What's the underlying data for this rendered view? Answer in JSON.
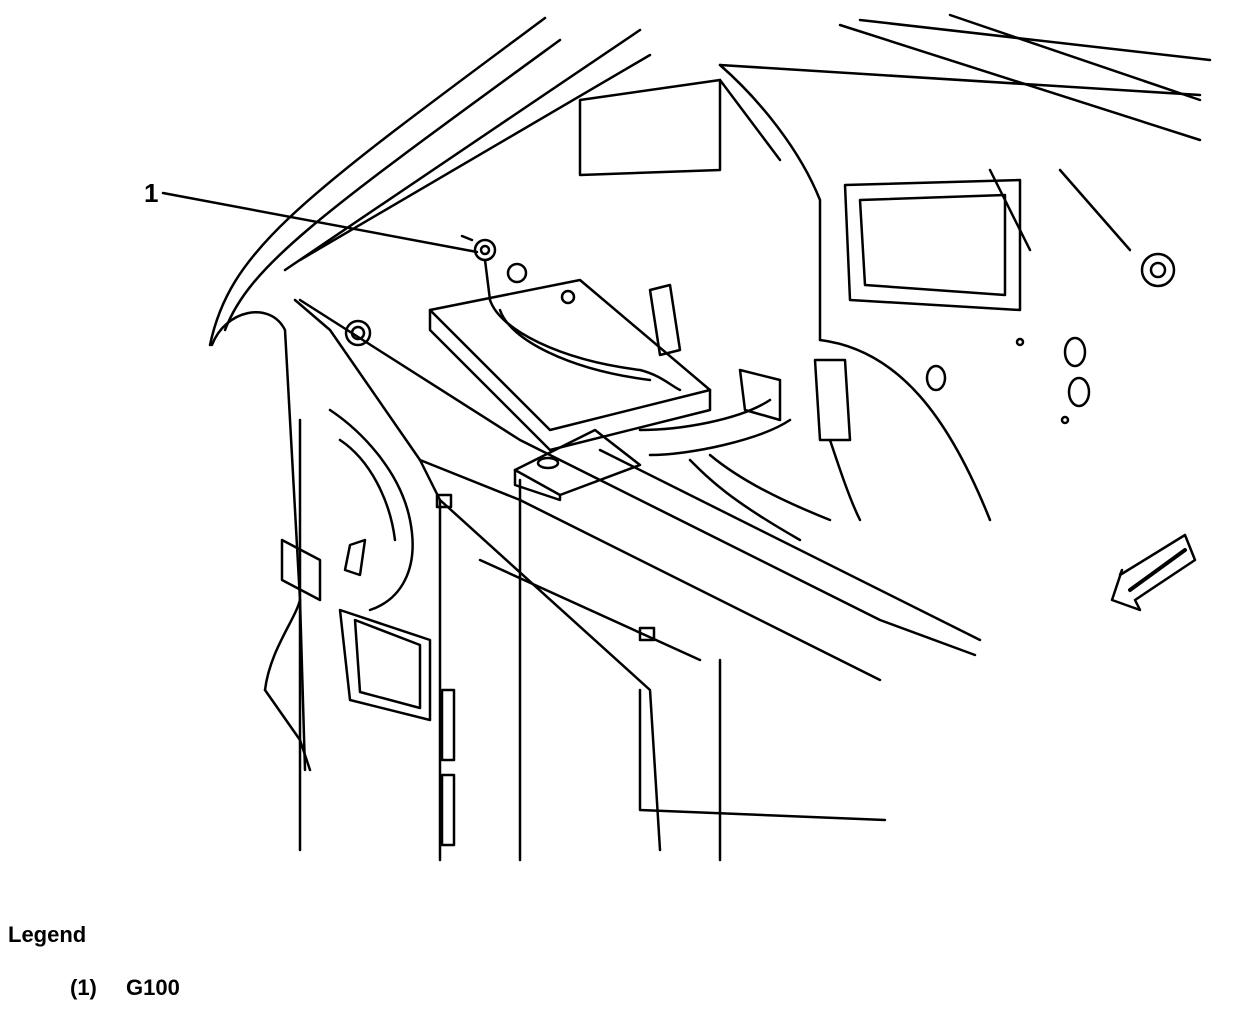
{
  "callout": {
    "number": "1"
  },
  "legend": {
    "title": "Legend",
    "items": [
      {
        "number": "(1)",
        "label": "G100"
      }
    ]
  },
  "colors": {
    "line": "#000000",
    "background": "#ffffff"
  }
}
